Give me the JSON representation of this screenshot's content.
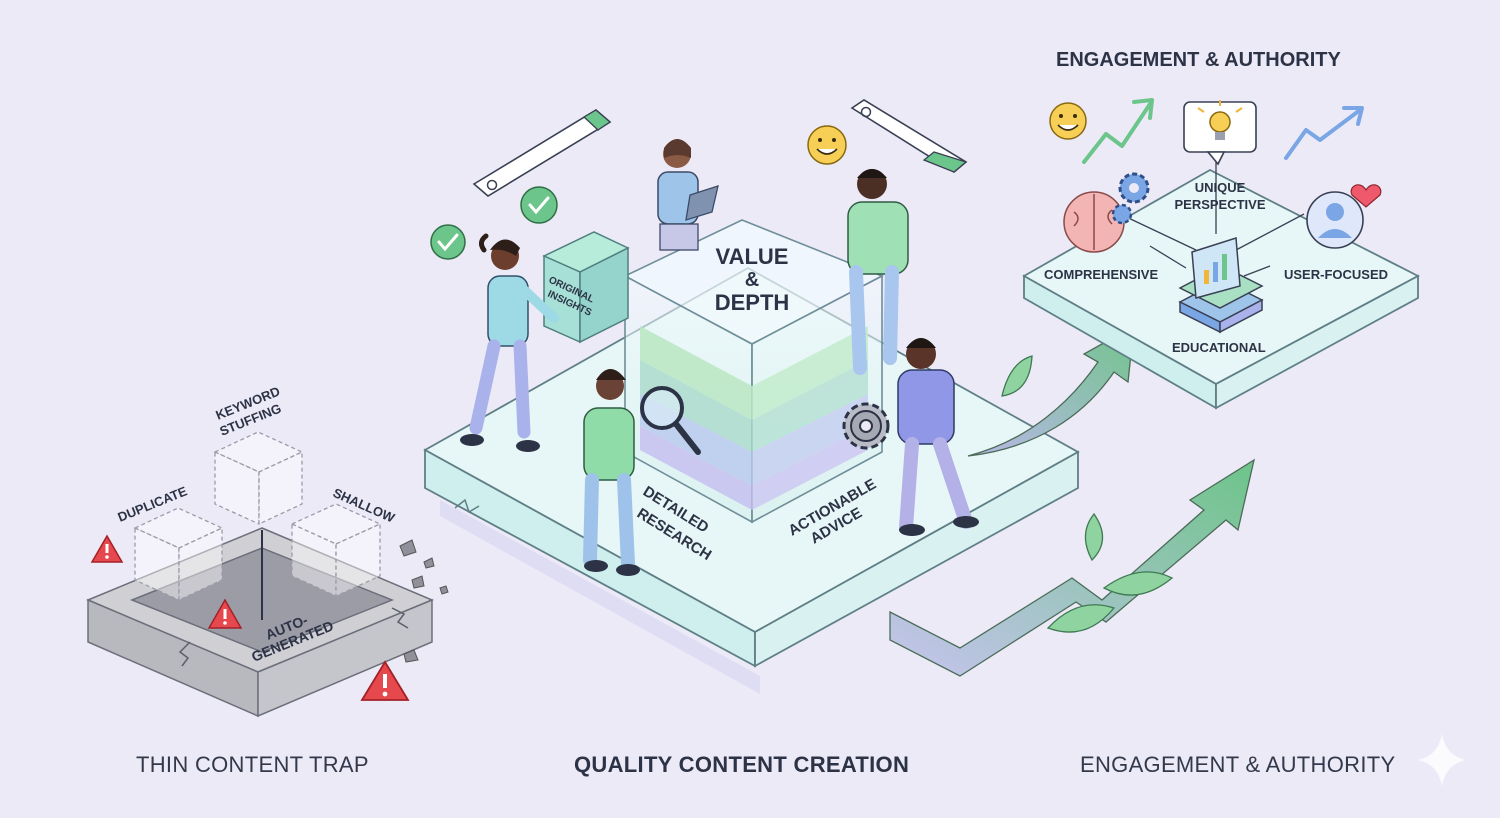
{
  "sections": {
    "thin_trap": {
      "caption": "THIN CONTENT TRAP",
      "labels": {
        "duplicate": "DUPLICATE",
        "keyword": [
          "KEYWORD",
          "STUFFING"
        ],
        "shallow": "SHALLOW",
        "auto": [
          "AUTO-",
          "GENERATED"
        ]
      }
    },
    "quality": {
      "caption": "QUALITY CONTENT CREATION",
      "cube_label": [
        "VALUE",
        "&",
        "DEPTH"
      ],
      "box_label": [
        "ORIGINAL",
        "INSIGHTS"
      ],
      "research_label": [
        "DETAILED",
        "RESEARCH"
      ],
      "advice_label": [
        "ACTIONABLE",
        "ADVICE"
      ]
    },
    "engagement": {
      "title": "ENGAGEMENT & AUTHORITY",
      "caption": "ENGAGEMENT & AUTHORITY",
      "labels": {
        "unique": [
          "UNIQUE",
          "PERSPECTIVE"
        ],
        "comprehensive": "COMPREHENSIVE",
        "user_focused": "USER-FOCUSED",
        "educational": "EDUCATIONAL"
      }
    }
  },
  "colors": {
    "background": "#eceaf7",
    "platform": "#e7f6f6",
    "platform_edge": "#b9dde0",
    "accent_green": "#6cc58a",
    "accent_blue": "#7aa6e6",
    "warning_red": "#e5484d",
    "text": "#2d3346"
  },
  "icons": [
    "search-bar-icon",
    "check-icon",
    "warning-icon",
    "smiley-icon",
    "trend-arrow-icon",
    "lightbulb-icon",
    "brain-gear-icon",
    "user-heart-icon",
    "books-chart-icon",
    "magnifier-icon",
    "gear-icon",
    "leaf-icon"
  ]
}
